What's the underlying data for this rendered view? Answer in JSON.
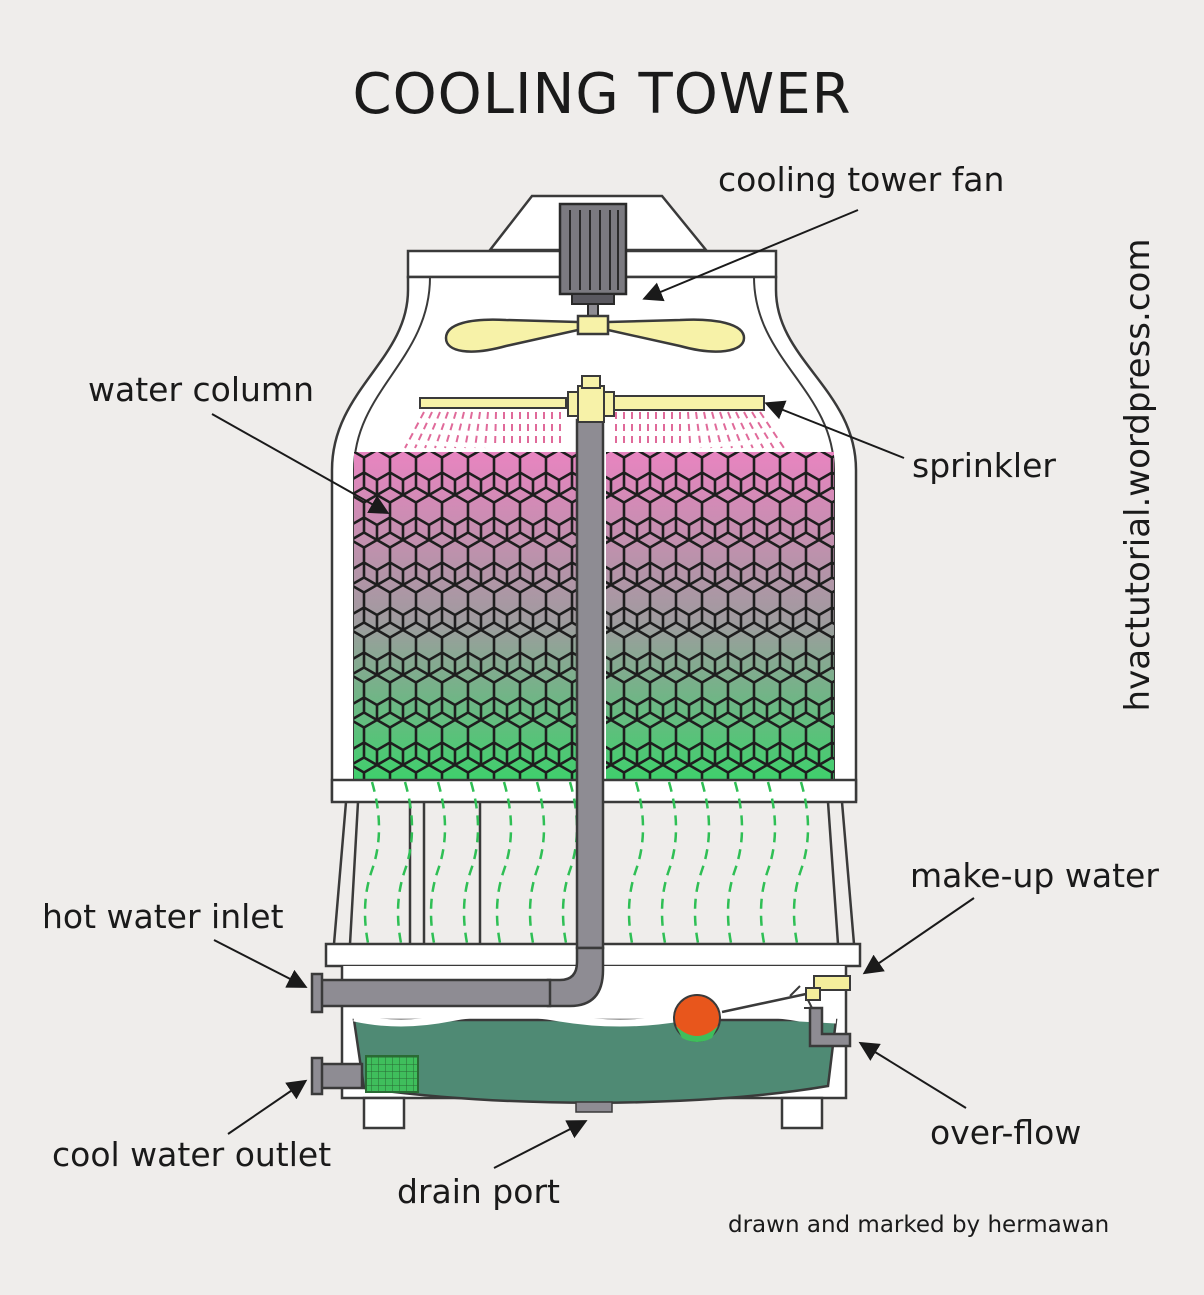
{
  "title": "COOLING TOWER",
  "labels": {
    "fan": "cooling tower fan",
    "water_column": "water column",
    "sprinkler": "sprinkler",
    "makeup_water": "make-up water",
    "hot_water_inlet": "hot water inlet",
    "cool_water_outlet": "cool water outlet",
    "drain_port": "drain port",
    "overflow": "over-flow"
  },
  "watermark": "hvactutorial.wordpress.com",
  "credit": "drawn and marked by hermawan",
  "colors": {
    "background": "#efedeb",
    "outline": "#3a3a3a",
    "body_fill": "#ffffff",
    "fill_top": "#e884c0",
    "fill_bottom": "#3fd06c",
    "water": "#4f8a74",
    "pipe": "#8e8c93",
    "fan_blade": "#f7f2a8",
    "float_ball": "#e8561c",
    "spray_pink": "#e06a9a",
    "spray_green": "#2fbf55"
  }
}
